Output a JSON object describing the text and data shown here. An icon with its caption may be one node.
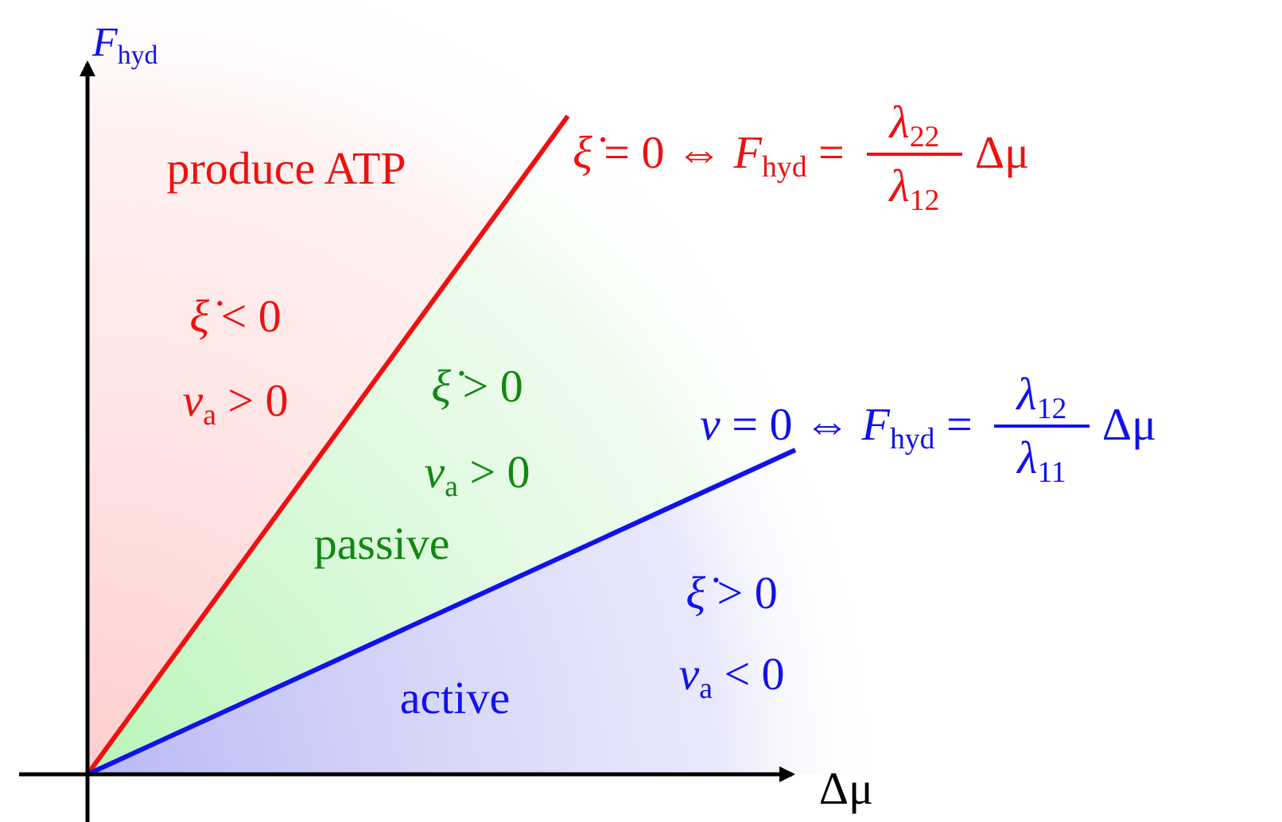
{
  "diagram": {
    "labels": [
      "*F*$_{hyd}$",
      "produce ATP",
      "*ξ̇* = 0 ⇔ *F*$_{hyd}$ =",
      "*λ*$_{22}$",
      "*λ*$_{12}$",
      "Δμ",
      "*ξ̇* < 0",
      "*v*$_{a}$ > 0",
      "*ξ̇* > 0",
      "*v* = 0 ⇔ *F*$_{hyd}$ =",
      "*λ*$_{12}$",
      "*λ*$_{11}$",
      "Δμ",
      "*v*$_{a}$ > 0",
      "passive",
      "*ξ̇* > 0",
      "*v*$_{a}$ < 0",
      "active",
      "Δμ"
    ]
  }
}
